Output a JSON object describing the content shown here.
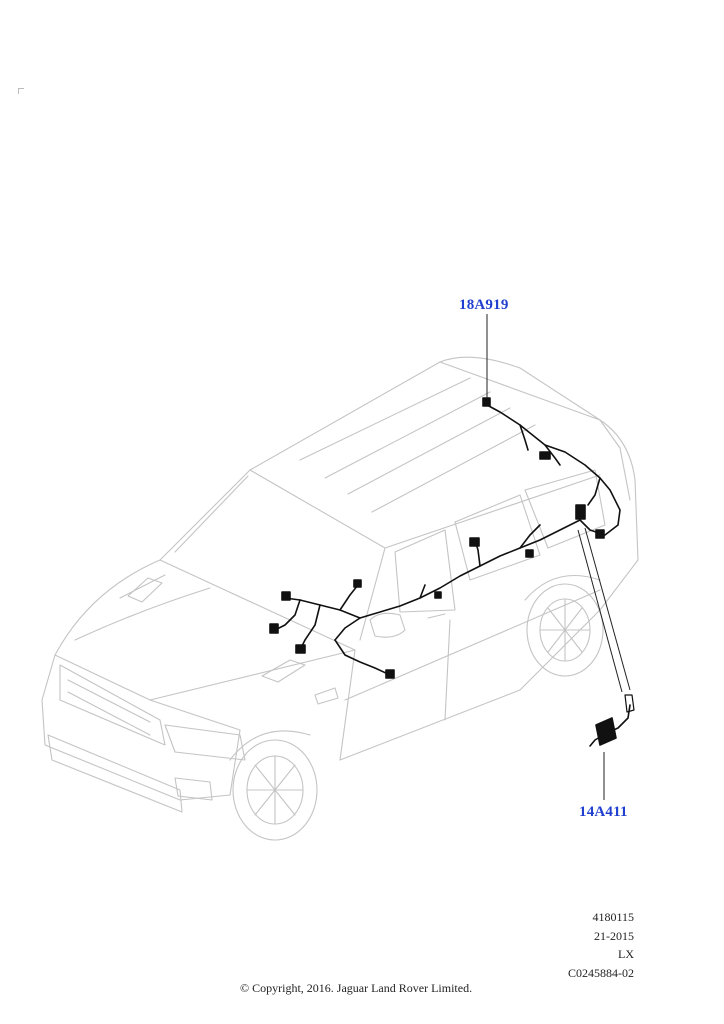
{
  "callouts": {
    "top_part": "18A919",
    "bottom_part": "14A411"
  },
  "meta": {
    "lines": [
      "4180115",
      "21-2015",
      "LX",
      "C0245884-02"
    ]
  },
  "copyright": "© Copyright, 2016. Jaguar Land Rover Limited.",
  "colors": {
    "callout": "#1f3fd0",
    "car_outline": "#c4c4c4",
    "harness": "#111111"
  }
}
